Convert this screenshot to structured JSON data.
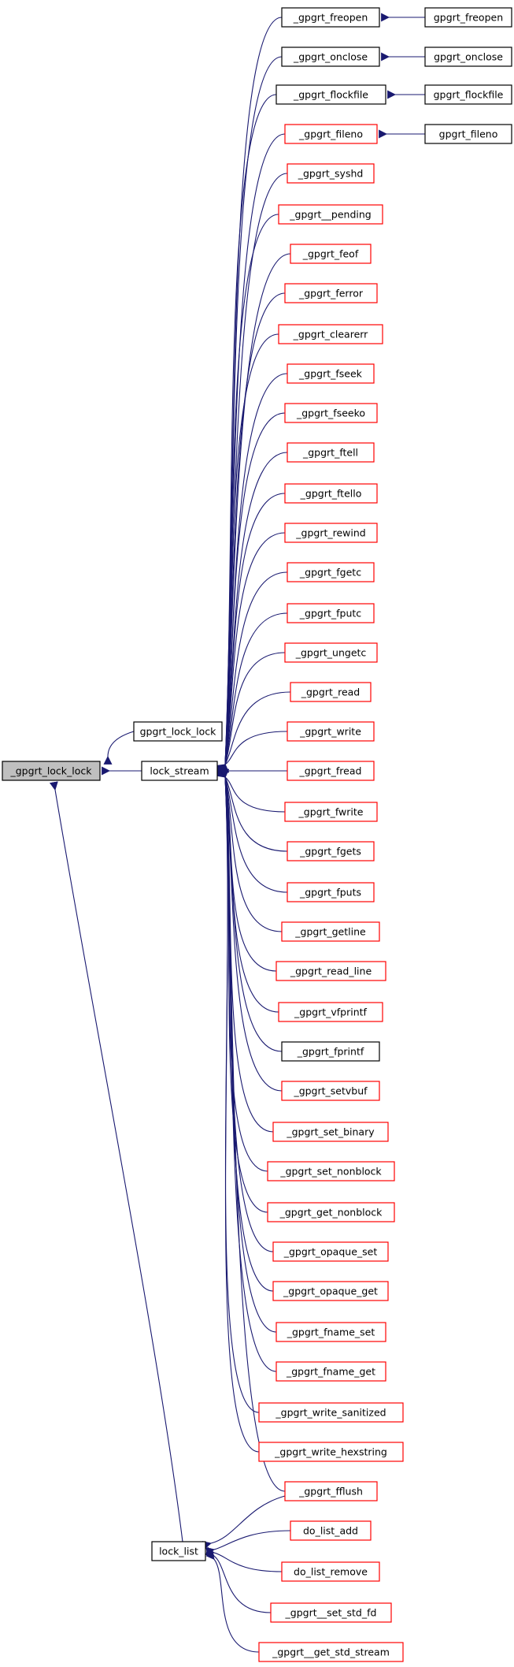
{
  "graph": {
    "root": {
      "label": "_gpgrt_lock_lock",
      "fill": "#bfbfbf",
      "border": "#000000"
    },
    "edge_color": "#191970",
    "nodes": {
      "gpgrt_lock_lock": {
        "label": "gpgrt_lock_lock",
        "border": "#000000"
      },
      "lock_stream": {
        "label": "lock_stream",
        "border": "#000000"
      },
      "lock_list": {
        "label": "lock_list",
        "border": "#000000"
      },
      "callers_mid": [
        {
          "id": "n_freopen",
          "label": "_gpgrt_freopen",
          "border": "#000000",
          "child": {
            "label": "gpgrt_freopen",
            "border": "#000000"
          }
        },
        {
          "id": "n_onclose",
          "label": "_gpgrt_onclose",
          "border": "#000000",
          "child": {
            "label": "gpgrt_onclose",
            "border": "#000000"
          }
        },
        {
          "id": "n_flockfile",
          "label": "_gpgrt_flockfile",
          "border": "#000000",
          "child": {
            "label": "gpgrt_flockfile",
            "border": "#000000"
          }
        },
        {
          "id": "n_fileno",
          "label": "_gpgrt_fileno",
          "border": "#ff0000",
          "child": {
            "label": "gpgrt_fileno",
            "border": "#000000"
          }
        },
        {
          "id": "n_syshd",
          "label": "_gpgrt_syshd",
          "border": "#ff0000"
        },
        {
          "id": "n_pending",
          "label": "_gpgrt__pending",
          "border": "#ff0000"
        },
        {
          "id": "n_feof",
          "label": "_gpgrt_feof",
          "border": "#ff0000"
        },
        {
          "id": "n_ferror",
          "label": "_gpgrt_ferror",
          "border": "#ff0000"
        },
        {
          "id": "n_clearerr",
          "label": "_gpgrt_clearerr",
          "border": "#ff0000"
        },
        {
          "id": "n_fseek",
          "label": "_gpgrt_fseek",
          "border": "#ff0000"
        },
        {
          "id": "n_fseeko",
          "label": "_gpgrt_fseeko",
          "border": "#ff0000"
        },
        {
          "id": "n_ftell",
          "label": "_gpgrt_ftell",
          "border": "#ff0000"
        },
        {
          "id": "n_ftello",
          "label": "_gpgrt_ftello",
          "border": "#ff0000"
        },
        {
          "id": "n_rewind",
          "label": "_gpgrt_rewind",
          "border": "#ff0000"
        },
        {
          "id": "n_fgetc",
          "label": "_gpgrt_fgetc",
          "border": "#ff0000"
        },
        {
          "id": "n_fputc",
          "label": "_gpgrt_fputc",
          "border": "#ff0000"
        },
        {
          "id": "n_ungetc",
          "label": "_gpgrt_ungetc",
          "border": "#ff0000"
        },
        {
          "id": "n_read",
          "label": "_gpgrt_read",
          "border": "#ff0000"
        },
        {
          "id": "n_write",
          "label": "_gpgrt_write",
          "border": "#ff0000"
        },
        {
          "id": "n_fread",
          "label": "_gpgrt_fread",
          "border": "#ff0000"
        },
        {
          "id": "n_fwrite",
          "label": "_gpgrt_fwrite",
          "border": "#ff0000"
        },
        {
          "id": "n_fgets",
          "label": "_gpgrt_fgets",
          "border": "#ff0000"
        },
        {
          "id": "n_fputs",
          "label": "_gpgrt_fputs",
          "border": "#ff0000"
        },
        {
          "id": "n_getline",
          "label": "_gpgrt_getline",
          "border": "#ff0000"
        },
        {
          "id": "n_read_line",
          "label": "_gpgrt_read_line",
          "border": "#ff0000"
        },
        {
          "id": "n_vfprintf",
          "label": "_gpgrt_vfprintf",
          "border": "#ff0000"
        },
        {
          "id": "n_fprintf",
          "label": "_gpgrt_fprintf",
          "border": "#000000"
        },
        {
          "id": "n_setvbuf",
          "label": "_gpgrt_setvbuf",
          "border": "#ff0000"
        },
        {
          "id": "n_set_binary",
          "label": "_gpgrt_set_binary",
          "border": "#ff0000"
        },
        {
          "id": "n_set_nonblock",
          "label": "_gpgrt_set_nonblock",
          "border": "#ff0000"
        },
        {
          "id": "n_get_nonblock",
          "label": "_gpgrt_get_nonblock",
          "border": "#ff0000"
        },
        {
          "id": "n_opaque_set",
          "label": "_gpgrt_opaque_set",
          "border": "#ff0000"
        },
        {
          "id": "n_opaque_get",
          "label": "_gpgrt_opaque_get",
          "border": "#ff0000"
        },
        {
          "id": "n_fname_set",
          "label": "_gpgrt_fname_set",
          "border": "#ff0000"
        },
        {
          "id": "n_fname_get",
          "label": "_gpgrt_fname_get",
          "border": "#ff0000"
        },
        {
          "id": "n_write_sanitized",
          "label": "_gpgrt_write_sanitized",
          "border": "#ff0000"
        },
        {
          "id": "n_write_hexstring",
          "label": "_gpgrt_write_hexstring",
          "border": "#ff0000"
        },
        {
          "id": "n_fflush",
          "label": "_gpgrt_fflush",
          "border": "#ff0000"
        },
        {
          "id": "n_do_list_add",
          "label": "do_list_add",
          "border": "#ff0000"
        },
        {
          "id": "n_do_list_remove",
          "label": "do_list_remove",
          "border": "#ff0000"
        },
        {
          "id": "n_set_std_fd",
          "label": "_gpgrt__set_std_fd",
          "border": "#ff0000"
        },
        {
          "id": "n_get_std_stream",
          "label": "_gpgrt__get_std_stream",
          "border": "#ff0000"
        }
      ]
    }
  }
}
